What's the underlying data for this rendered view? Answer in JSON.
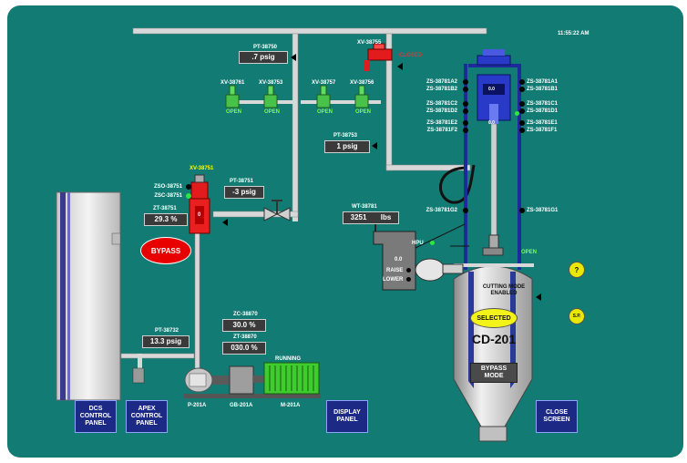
{
  "clock": "11:55:22 AM",
  "status_colors": {
    "open": "#7dff3f",
    "closed": "#ff2a2a",
    "indicator_on": "#2ee640",
    "indicator_off": "#050505"
  },
  "pt_38750": {
    "tag": "PT-38750",
    "value": ".7 psig"
  },
  "xv_38755": {
    "tag": "XV-38755",
    "status": "CLOSED"
  },
  "xv_38761": {
    "tag": "XV-38761",
    "status": "OPEN"
  },
  "xv_38753": {
    "tag": "XV-38753",
    "status": "OPEN"
  },
  "xv_38757": {
    "tag": "XV-38757",
    "status": "OPEN"
  },
  "xv_38756": {
    "tag": "XV-38756",
    "status": "OPEN"
  },
  "pt_38753": {
    "tag": "PT-38753",
    "value": "1 psig"
  },
  "xv_38751": {
    "tag": "XV-38751",
    "pos": "0"
  },
  "zso_38751": "ZSO-38751",
  "zsc_38751": "ZSC-38751",
  "pt_38751": {
    "tag": "PT-38751",
    "value": "-3 psig"
  },
  "zt_38751": {
    "tag": "ZT-38751",
    "value": "29.3  %"
  },
  "bypass_button": "BYPASS",
  "wt_38781": {
    "tag": "WT-38781",
    "value": "3251",
    "unit": "lbs"
  },
  "hpu": {
    "label": "HPU",
    "value": "0.0",
    "raise": "RAISE",
    "lower": "LOWER"
  },
  "zc_38870": {
    "tag": "ZC-38870",
    "value": "30.0  %"
  },
  "zt_38870": {
    "tag": "ZT-38870",
    "value": "030.0  %"
  },
  "pt_38732": {
    "tag": "PT-38732",
    "value": "13.3 psig"
  },
  "running": "RUNNING",
  "equipment": {
    "pump": "P-201A",
    "gearbox": "GB-201A",
    "motor": "M-201A"
  },
  "limit_switches_left": [
    "ZS-38781A2",
    "ZS-38781B2",
    "ZS-38781C2",
    "ZS-38781D2",
    "ZS-38781E2",
    "ZS-38781F2",
    "ZS-38781G2"
  ],
  "limit_switches_right": [
    "ZS-38781A1",
    "ZS-38781B1",
    "ZS-38781C1",
    "ZS-38781D1",
    "ZS-38781E1",
    "ZS-38781F1",
    "ZS-38781G1"
  ],
  "cutter_values": {
    "top": "0.0",
    "mid": "0.0"
  },
  "vessel": {
    "mode": "CUTTING MODE ENABLED",
    "selected": "SELECTED",
    "name": "CD-201",
    "bypass_mode": "BYPASS MODE",
    "open": "OPEN"
  },
  "help_icon": "?",
  "sp_icon": "S.P.",
  "nav": {
    "dcs": "DCS CONTROL PANEL",
    "apex": "APEX CONTROL PANEL",
    "display": "DISPLAY PANEL",
    "close": "CLOSE SCREEN"
  }
}
